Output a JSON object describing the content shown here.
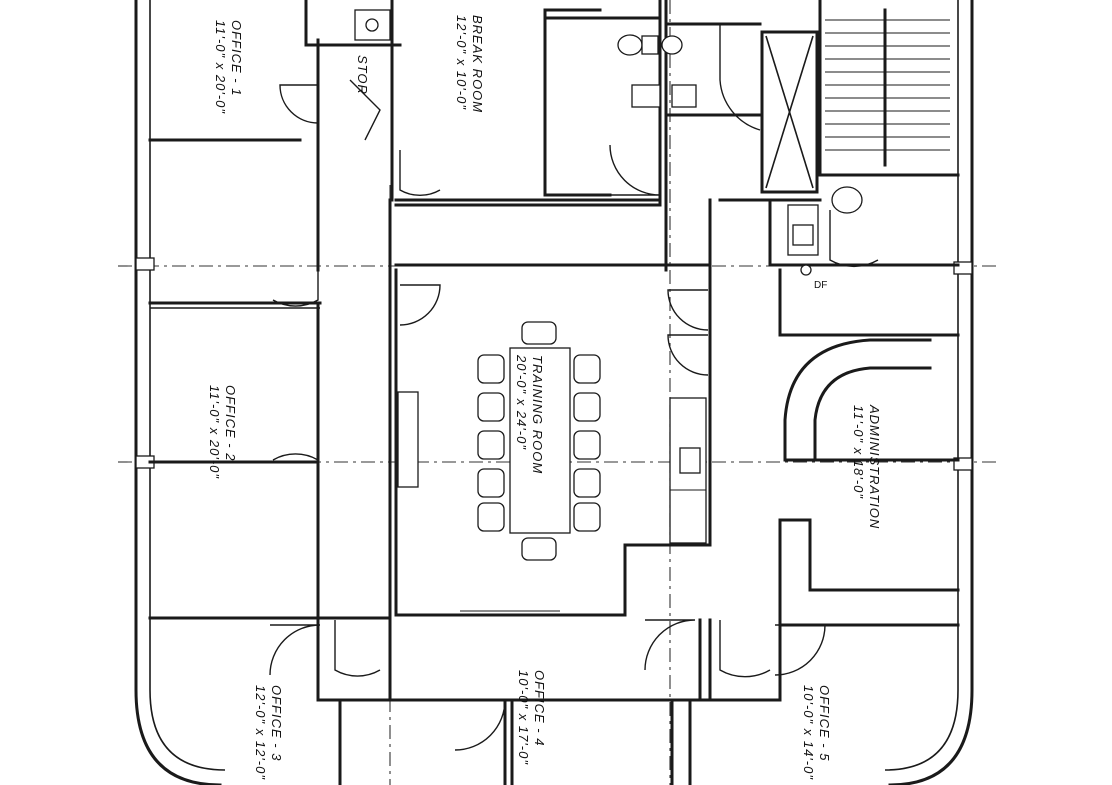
{
  "plan": {
    "rooms": [
      {
        "id": "office-1",
        "name": "OFFICE - 1",
        "dims": "11'-0\" x 20'-0\""
      },
      {
        "id": "break-room",
        "name": "BREAK ROOM",
        "dims": "12'-0\" x 10'-0\""
      },
      {
        "id": "stor",
        "name": "STOR",
        "dims": ""
      },
      {
        "id": "office-2",
        "name": "OFFICE - 2",
        "dims": "11'-0\" x 20'-0\""
      },
      {
        "id": "training-room",
        "name": "TRAINING ROOM",
        "dims": "20'-0\" x 24'-0\""
      },
      {
        "id": "administration",
        "name": "ADMINISTRATION",
        "dims": "11'-0\" x 18'-0\""
      },
      {
        "id": "office-3",
        "name": "OFFICE - 3",
        "dims": "12'-0\" x 12'-0\""
      },
      {
        "id": "office-4",
        "name": "OFFICE - 4",
        "dims": "10'-0\" x 17'-0\""
      },
      {
        "id": "office-5",
        "name": "OFFICE - 5",
        "dims": "10'-0\" x 14'-0\""
      }
    ],
    "tags": [
      {
        "id": "drinking-fountain-tag",
        "text": "DF"
      }
    ],
    "colors": {
      "ink": "#1a1a1a",
      "paper": "#ffffff"
    }
  }
}
